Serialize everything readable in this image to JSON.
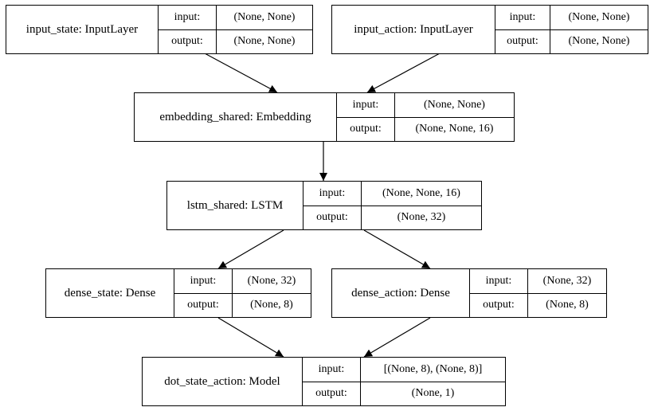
{
  "labels": {
    "input": "input:",
    "output": "output:"
  },
  "nodes": {
    "input_state": {
      "name": "input_state: InputLayer",
      "input": "(None, None)",
      "output": "(None, None)"
    },
    "input_action": {
      "name": "input_action: InputLayer",
      "input": "(None, None)",
      "output": "(None, None)"
    },
    "embedding_shared": {
      "name": "embedding_shared: Embedding",
      "input": "(None, None)",
      "output": "(None, None, 16)"
    },
    "lstm_shared": {
      "name": "lstm_shared: LSTM",
      "input": "(None, None, 16)",
      "output": "(None, 32)"
    },
    "dense_state": {
      "name": "dense_state: Dense",
      "input": "(None, 32)",
      "output": "(None, 8)"
    },
    "dense_action": {
      "name": "dense_action: Dense",
      "input": "(None, 32)",
      "output": "(None, 8)"
    },
    "dot_state_action": {
      "name": "dot_state_action: Model",
      "input": "[(None, 8), (None, 8)]",
      "output": "(None, 1)"
    }
  },
  "edges": [
    [
      "input_state",
      "embedding_shared"
    ],
    [
      "input_action",
      "embedding_shared"
    ],
    [
      "embedding_shared",
      "lstm_shared"
    ],
    [
      "lstm_shared",
      "dense_state"
    ],
    [
      "lstm_shared",
      "dense_action"
    ],
    [
      "dense_state",
      "dot_state_action"
    ],
    [
      "dense_action",
      "dot_state_action"
    ]
  ]
}
